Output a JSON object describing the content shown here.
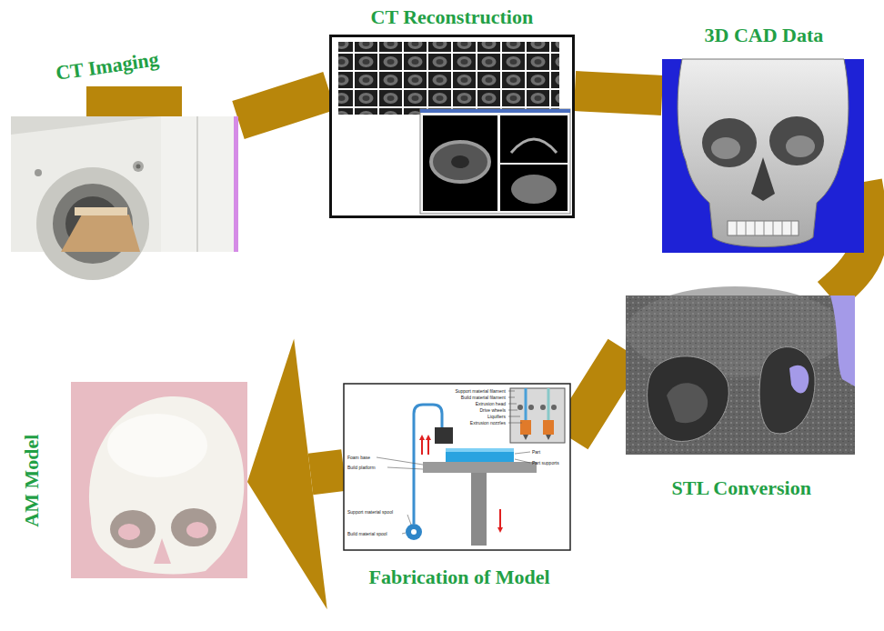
{
  "diagram": {
    "nodes": [
      {
        "text": [
          "CT Imaging"
        ]
      },
      {
        "text": [
          "CT Reconstruction"
        ]
      },
      {
        "text": [
          "3D CAD Data"
        ]
      },
      {
        "text": [
          "STL Conversion"
        ]
      },
      {
        "text": [
          "Fabrication of Model"
        ]
      },
      {
        "text": [
          "AM Model"
        ]
      }
    ],
    "edges": [
      {
        "from": 0,
        "to": 1,
        "arrow": "none"
      },
      {
        "from": 1,
        "to": 2,
        "arrow": "none"
      },
      {
        "from": 2,
        "to": 3,
        "arrow": "none"
      },
      {
        "from": 3,
        "to": 4,
        "arrow": "none"
      },
      {
        "from": 4,
        "to": 5,
        "arrow": "to"
      }
    ],
    "labels": [
      "Support material filament",
      "Build material filament",
      "Extrusion head",
      "Drive wheels",
      "Liquifiers",
      "Extrusion nozzles",
      "Part",
      "Part supports",
      "Foam base",
      "Build platform",
      "Support material spool",
      "Build material spool"
    ]
  }
}
